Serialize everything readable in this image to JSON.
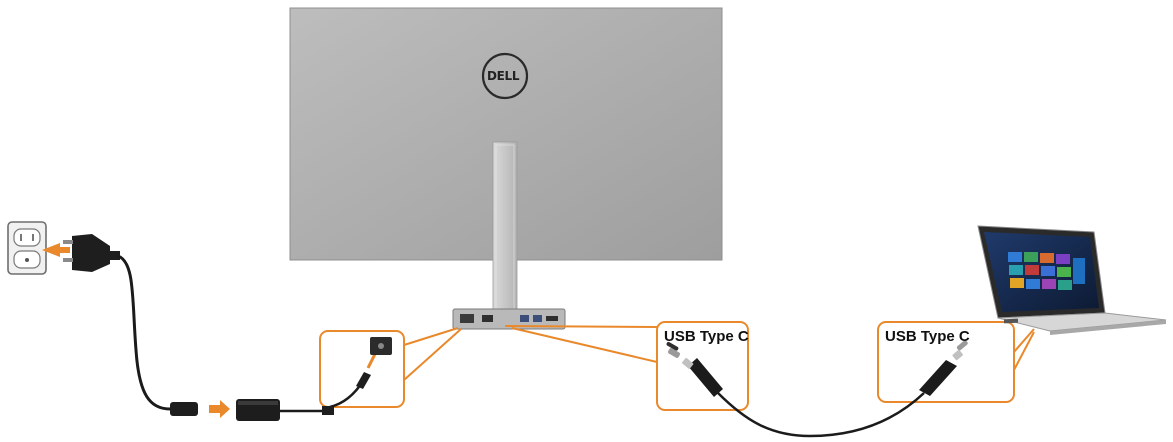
{
  "diagram": {
    "logo": "DELL",
    "callouts": [
      {
        "label": "USB Type C"
      },
      {
        "label": "USB Type C"
      }
    ]
  },
  "colors": {
    "callout_accent": "#e9892b",
    "monitor_back": "#a9a9a9",
    "stand": "#c6c6c6",
    "cable": "#1b1b1b",
    "plug_arrow": "#e9892b"
  },
  "icons": [
    "wall-outlet-icon",
    "power-plug-icon",
    "power-adapter-icon",
    "dc-power-connector-icon",
    "usb-c-connector-icon",
    "laptop-icon",
    "monitor-icon"
  ]
}
